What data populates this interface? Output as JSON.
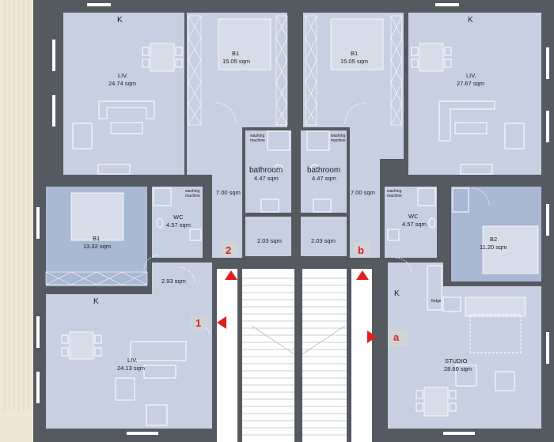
{
  "rooms": {
    "k_top_left": "K",
    "k_top_right": "K",
    "k_mid_left": "K",
    "k_studio": "K",
    "b1_top_left": {
      "name": "B1",
      "area": "15.05 sqm"
    },
    "b1_top_right": {
      "name": "B1",
      "area": "15.05 sqm"
    },
    "liv_top_left": {
      "name": "LIV.",
      "area": "24.74 sqm"
    },
    "liv_top_right": {
      "name": "LIV.",
      "area": "27.67 sqm"
    },
    "bath_left": {
      "name": "bathroom",
      "area": "4.47 sqm"
    },
    "bath_right": {
      "name": "bathroom",
      "area": "4.47 sqm"
    },
    "hall_left": {
      "area": "7.00 sqm"
    },
    "hall_right": {
      "area": "7.00 sqm"
    },
    "small_left": {
      "area": "2.03 sqm"
    },
    "small_right": {
      "area": "2.03 sqm"
    },
    "b1_mid_left": {
      "name": "B1",
      "area": "13.32 sqm"
    },
    "wc_left": {
      "name": "WC",
      "area": "4.57 sqm"
    },
    "wc_right": {
      "name": "WC",
      "area": "4.57 sqm"
    },
    "b2_right": {
      "name": "B2",
      "area": "11.20 sqm"
    },
    "hall_mid_left": {
      "area": "2.93 sqm"
    },
    "liv_bottom_left": {
      "name": "LIV.",
      "area": "24.13 sqm"
    },
    "studio": {
      "name": "STUDIO",
      "area": "28.60 sqm"
    }
  },
  "fixtures": {
    "washing_1": "washing",
    "washing_1b": "machine",
    "washing_2": "washing",
    "washing_2b": "machine",
    "washing_3": "washing",
    "washing_3b": "machine",
    "washing_4": "washing",
    "washing_4b": "machine",
    "fridge": "fridge"
  },
  "entrances": {
    "e1": "1",
    "e2": "2",
    "ea": "a",
    "eb": "b"
  },
  "colors": {
    "room_fill": "#c7d0e1",
    "room_fill_dark": "#a9b8d3",
    "wall": "#555a60",
    "stair_bg": "#ffffff",
    "garden": "#efe8d6",
    "entry_marker": "#e02020",
    "entry_box": "#d0d3d8"
  }
}
